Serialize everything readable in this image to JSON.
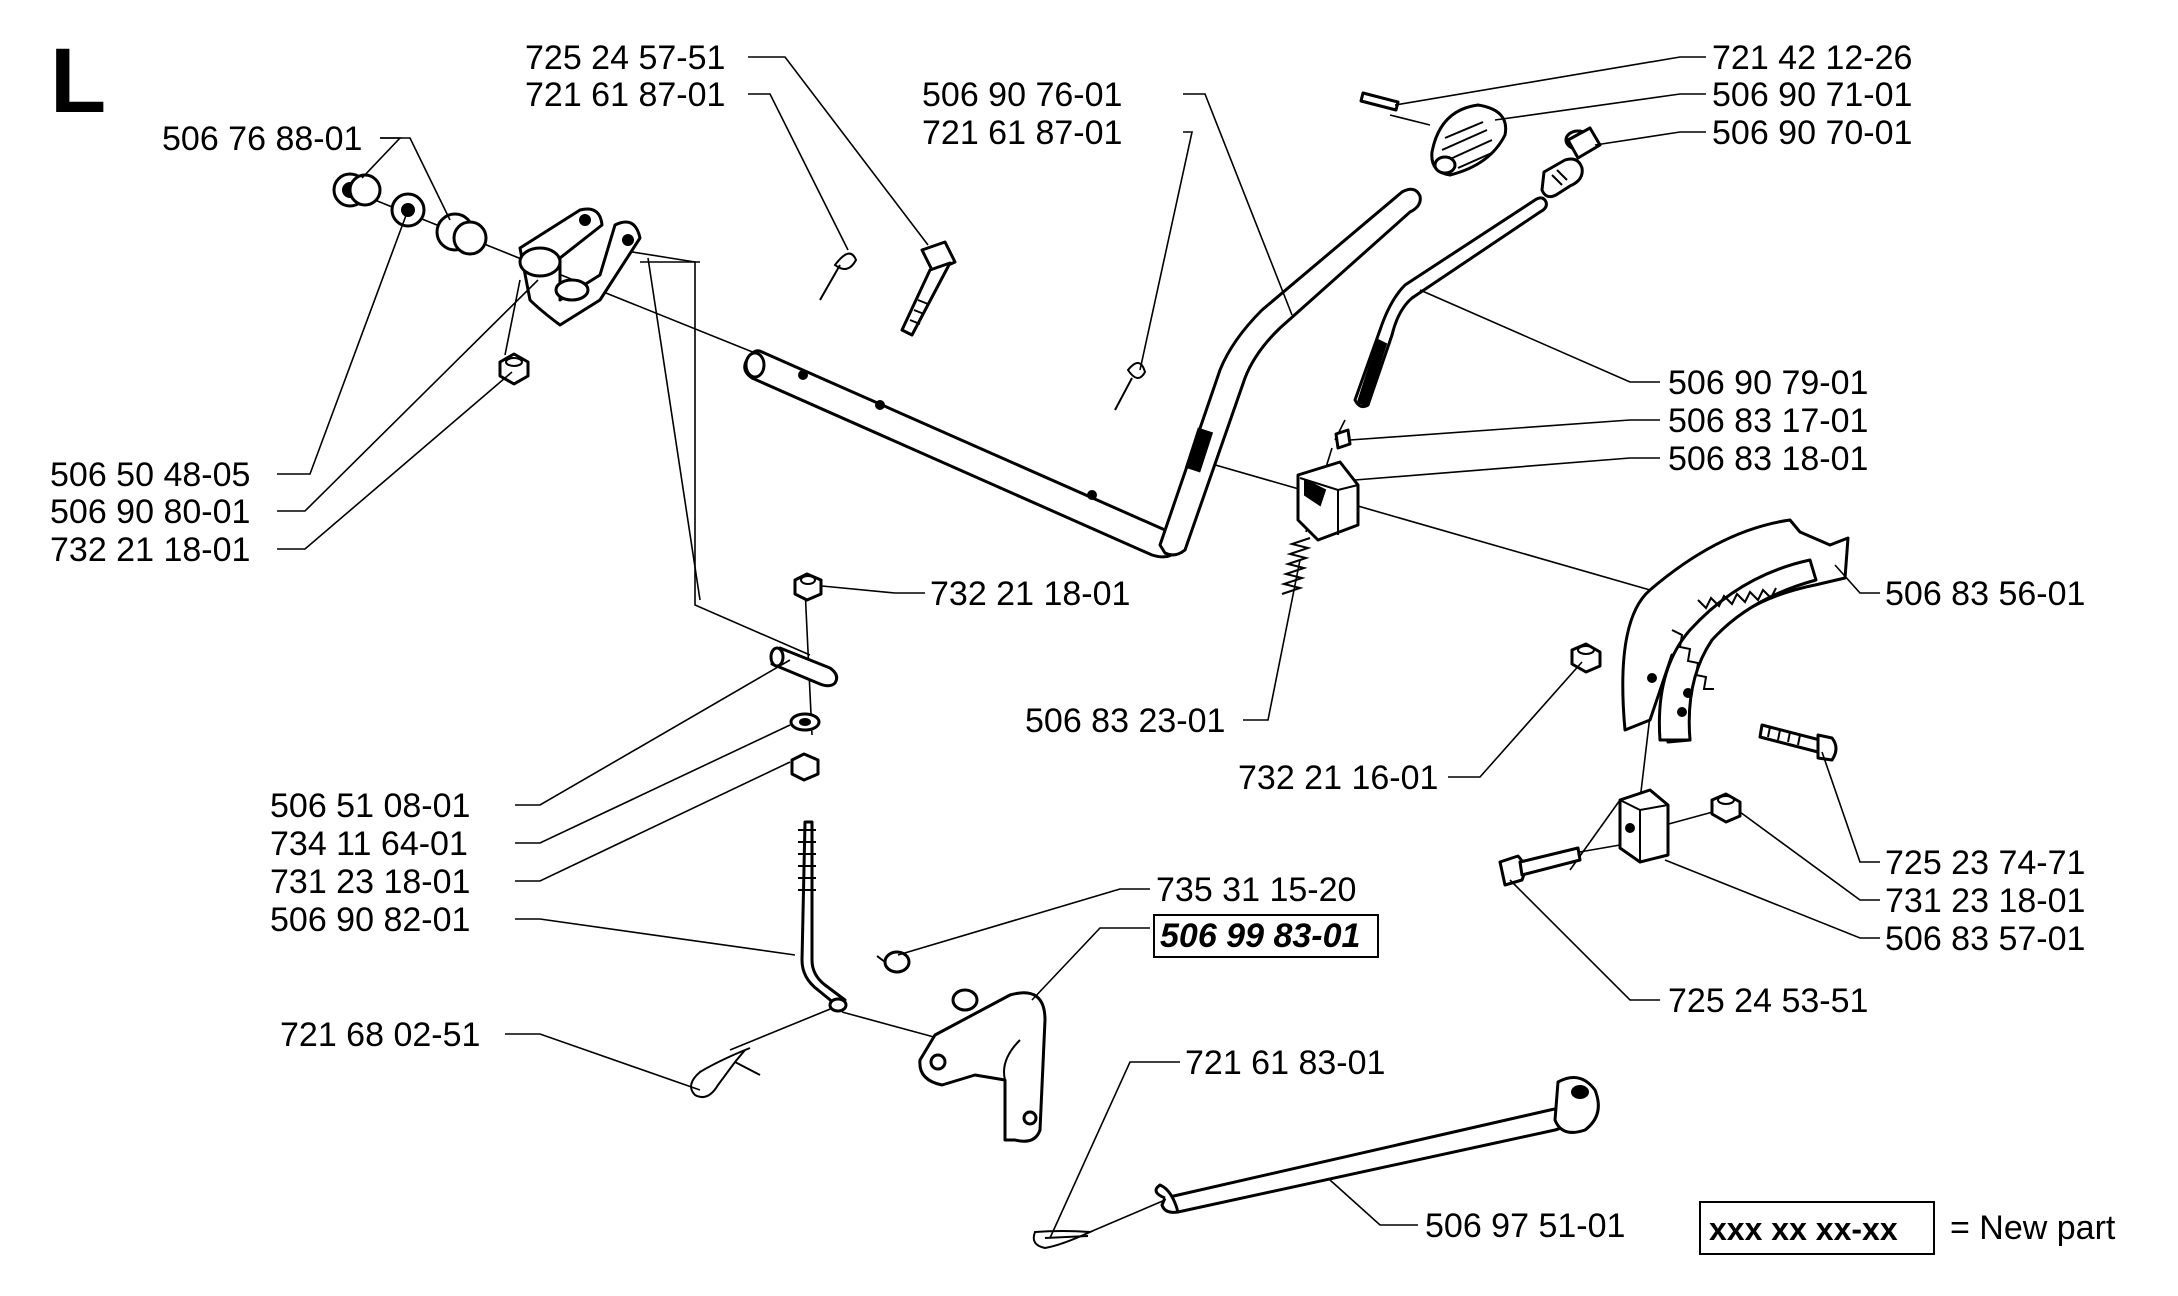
{
  "section_letter": "L",
  "labels": {
    "top_1": "725 24 57-51",
    "top_2": "721 61 87-01",
    "left_top": "506 76 88-01",
    "mid_1": "506 90 76-01",
    "mid_2": "721 61 87-01",
    "right_1": "721 42 12-26",
    "right_2": "506 90 71-01",
    "right_3": "506 90 70-01",
    "right_4": "506 90 79-01",
    "right_5": "506 83 17-01",
    "right_6": "506 83 18-01",
    "left_1": "506 50 48-05",
    "left_2": "506 90 80-01",
    "left_3": "732 21 18-01",
    "center_nut": "732 21 18-01",
    "sector": "506 83 56-01",
    "spring": "506 83 23-01",
    "nut_r": "732 21 16-01",
    "rod_1": "506 51 08-01",
    "rod_2": "734 11 64-01",
    "rod_3": "731 23 18-01",
    "rod_4": "506 90 82-01",
    "washer": "735 31 15-20",
    "new_part": "506 99 83-01",
    "bolt_1": "725 23 74-71",
    "nut_2": "731 23 18-01",
    "clamp": "506 83 57-01",
    "bolt_2": "725 24 53-51",
    "clip": "721 68 02-51",
    "pin": "721 61 83-01",
    "link_rod": "506 97 51-01"
  },
  "legend": {
    "key": "xxx xx xx-xx",
    "text": "= New part"
  }
}
